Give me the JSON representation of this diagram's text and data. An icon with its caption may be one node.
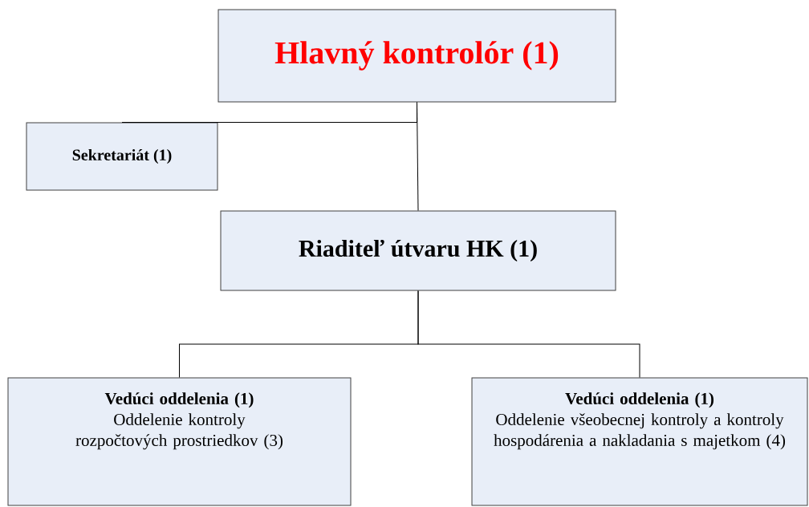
{
  "diagram": {
    "nodes": [
      {
        "text": [
          "Hlavný kontrolór (1)"
        ]
      },
      {
        "text": [
          "Sekretariát (1)"
        ]
      },
      {
        "text": [
          "Riaditeľ útvaru HK (1)"
        ]
      },
      {
        "text": [
          "Vedúci oddelenia (1)",
          "Oddelenie kontroly rozpočtových prostriedkov (3)"
        ]
      },
      {
        "text": [
          "Vedúci oddelenia (1)",
          "Oddelenie všeobecnej kontroly a kontroly hospodárenia a nakladania s majetkom (4)"
        ]
      }
    ],
    "edges": [
      {
        "from": 0,
        "to": 2,
        "arrow": "none"
      },
      {
        "from": 0,
        "to": 1,
        "arrow": "none"
      },
      {
        "from": 2,
        "to": 3,
        "arrow": "none"
      },
      {
        "from": 2,
        "to": 4,
        "arrow": "none"
      }
    ]
  }
}
